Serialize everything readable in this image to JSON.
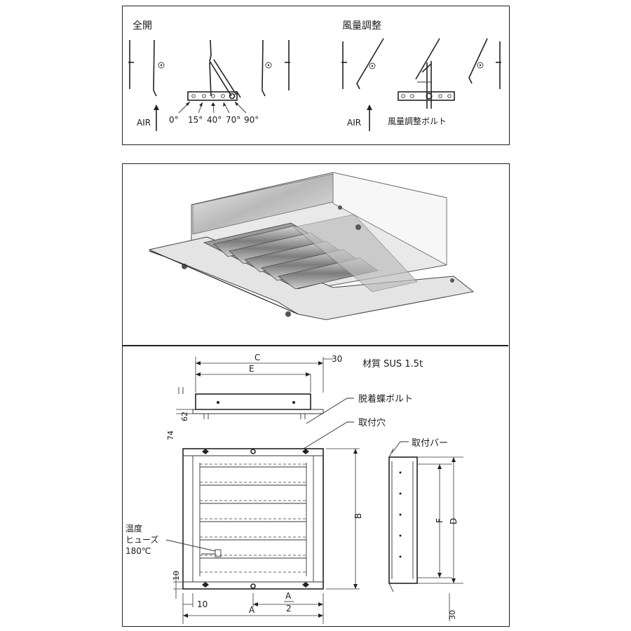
{
  "top_panel": {
    "full_open_label": "全開",
    "airflow_adjust_label": "風量調整",
    "air_label_left": "AIR",
    "air_label_right": "AIR",
    "angles": [
      "0°",
      "15°",
      "40°",
      "70°",
      "90°"
    ],
    "adjust_bolt_label": "風量調整ボルト"
  },
  "drawing_panel": {
    "dim_c": "C",
    "dim_e": "E",
    "dim_30_top": "30",
    "material_label": "材質 SUS 1.5t",
    "dim_62": "62",
    "dim_74": "74",
    "removable_wing_bolt": "脱着蝶ボルト",
    "mounting_hole": "取付穴",
    "mounting_bar": "取付バー",
    "dim_b": "B",
    "dim_f": "F",
    "dim_d": "D",
    "temp_fuse_line1": "温度",
    "temp_fuse_line2": "ヒューズ",
    "temp_fuse_line3": "180℃",
    "dim_10_vertical": "10",
    "dim_10_horizontal": "10",
    "dim_a_half_top": "A",
    "dim_a_half_bottom": "2",
    "dim_a": "A",
    "dim_30_bottom": "30"
  }
}
